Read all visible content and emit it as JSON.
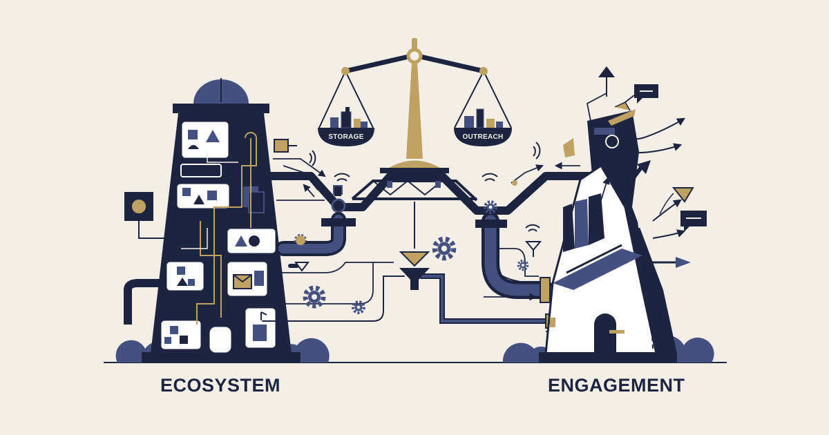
{
  "labels": {
    "left_caption": "ECOSYSTEM",
    "right_caption": "ENGAGEMENT",
    "left_pan": "STORAGE",
    "right_pan": "OUTREACH"
  },
  "palette": {
    "background": "#f3efe7",
    "navy": "#1c2440",
    "slate": "#44507f",
    "gold": "#bfa161",
    "paper": "#ffffff"
  },
  "icons": [
    "scale-icon",
    "tower-icon",
    "gear-icon",
    "funnel-icon",
    "wifi-icon",
    "envelope-icon",
    "chat-bubble-icon",
    "arrow-icon",
    "shapes-icon",
    "bridge-icon"
  ]
}
